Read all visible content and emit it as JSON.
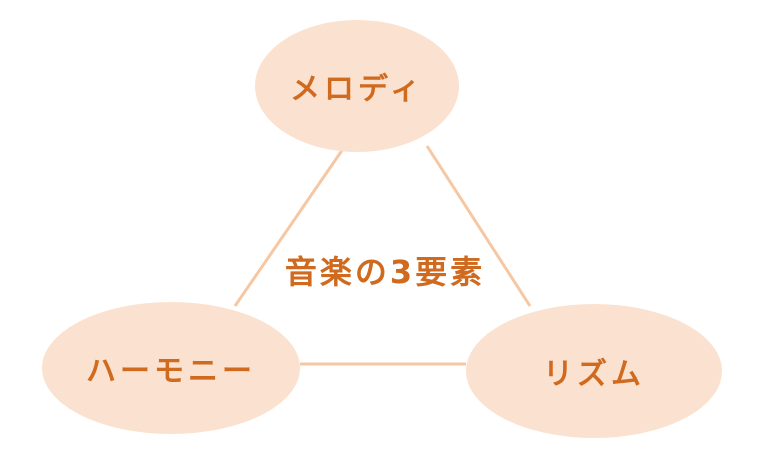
{
  "diagram": {
    "center_label": "音楽の3要素",
    "nodes": [
      {
        "id": "melody",
        "label": "メロディ"
      },
      {
        "id": "harmony",
        "label": "ハーモニー"
      },
      {
        "id": "rhythm",
        "label": "リズム"
      }
    ],
    "edges": [
      {
        "from": "melody",
        "to": "harmony"
      },
      {
        "from": "melody",
        "to": "rhythm"
      },
      {
        "from": "harmony",
        "to": "rhythm"
      }
    ]
  },
  "colors": {
    "node_fill": "#fbe1cf",
    "line": "#f6c7a3",
    "text": "#cf6a1f"
  }
}
